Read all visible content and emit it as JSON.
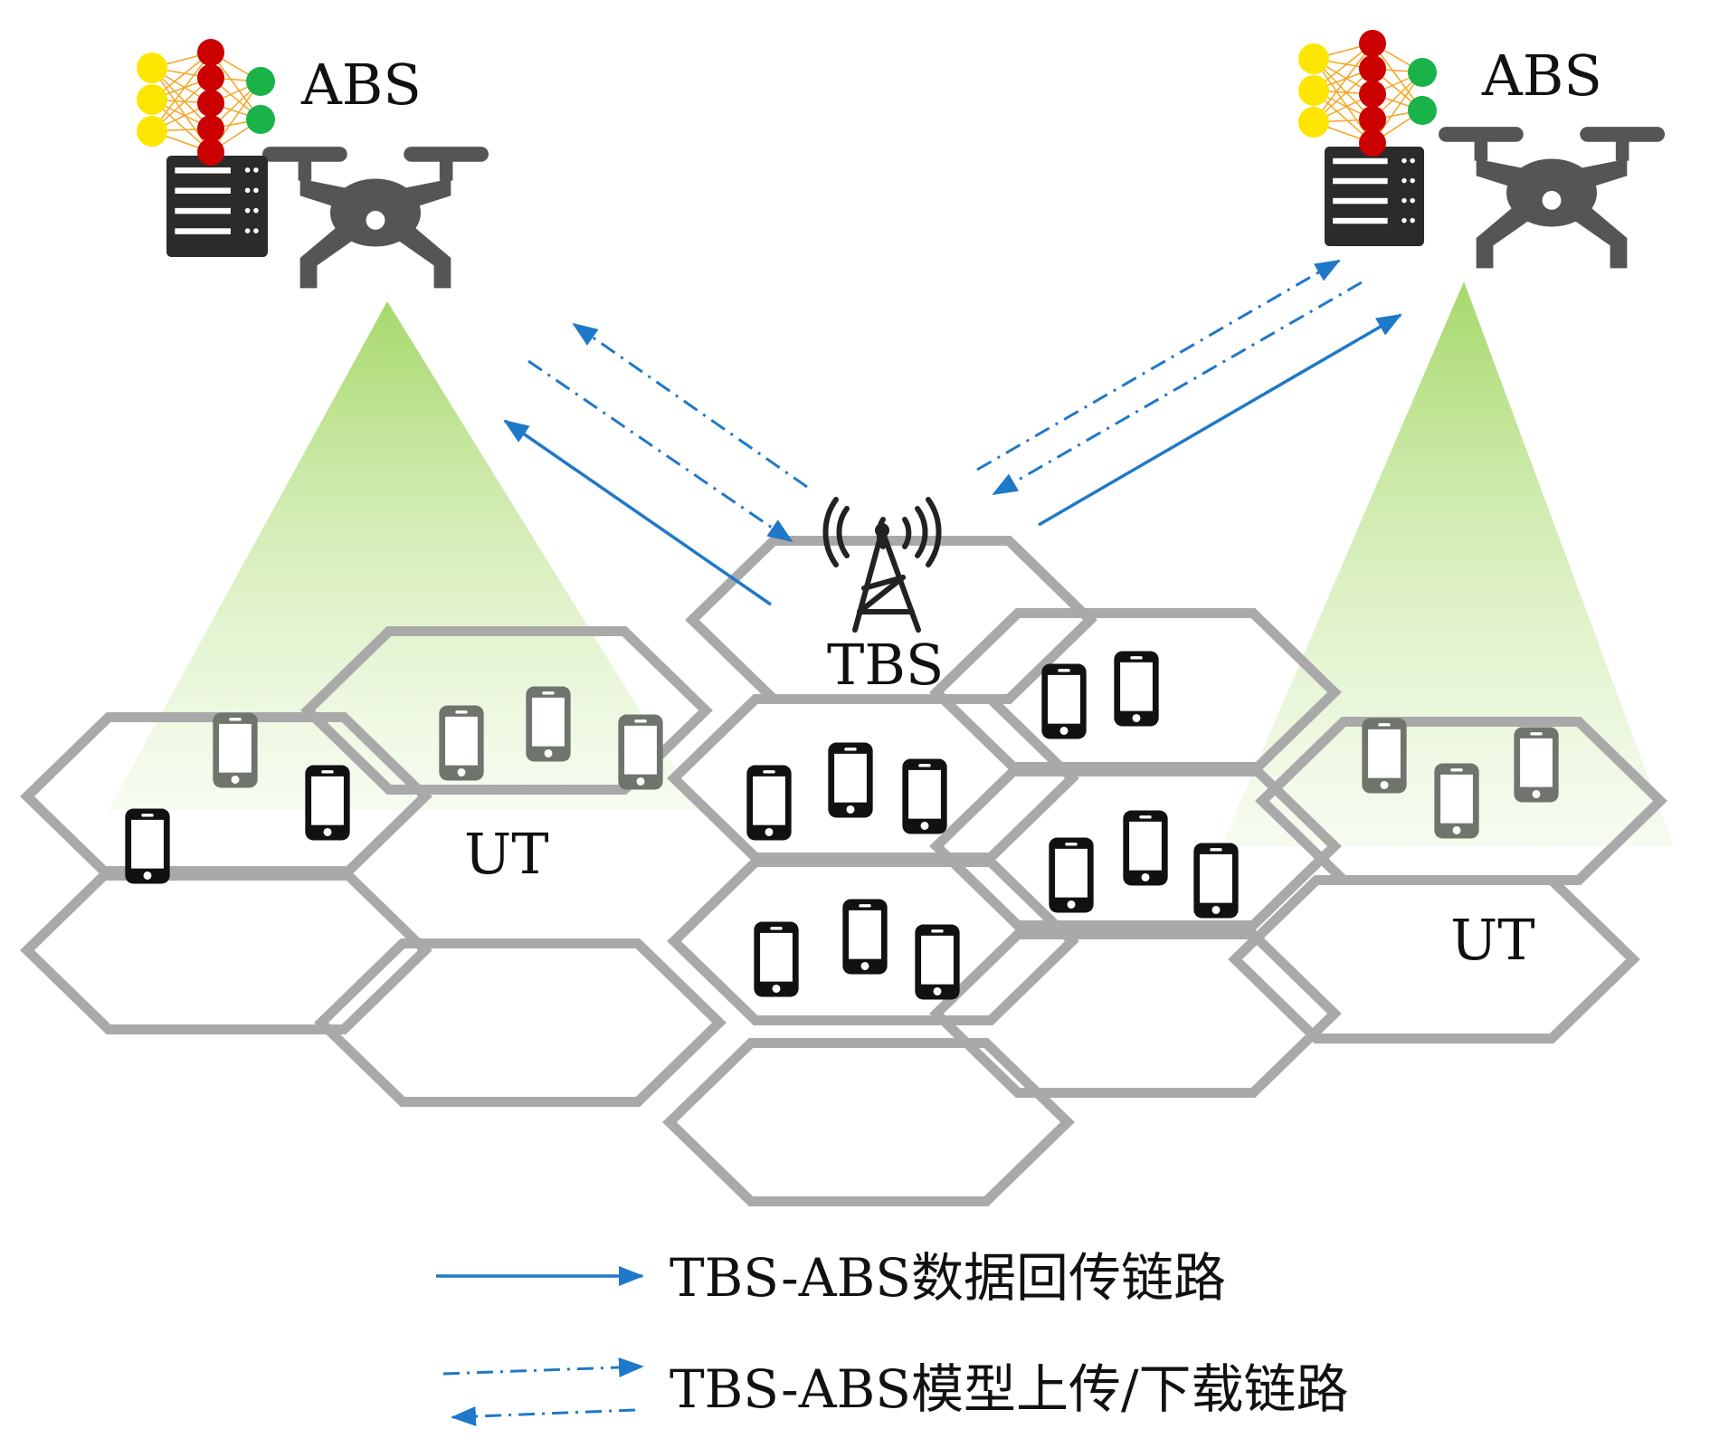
{
  "labels": {
    "abs_left": "ABS",
    "abs_right": "ABS",
    "tbs": "TBS",
    "ut_left": "UT",
    "ut_right": "UT"
  },
  "legend": {
    "solid_link": "TBS-ABS数据回传链路",
    "dashed_link": "TBS-ABS模型上传/下载链路"
  },
  "colors": {
    "link": "#1f78c8",
    "coverage": "#a6d86a",
    "drone": "#555555",
    "server": "#2b2b2b",
    "nn_input": "#ffe600",
    "nn_hidden": "#cc0000",
    "nn_output": "#19b34a"
  },
  "icons": {
    "base_station": "tower-icon",
    "aerial_base_station": "drone-icon",
    "edge_server": "server-icon",
    "model": "neural-network-icon",
    "terminal": "smartphone-icon"
  }
}
